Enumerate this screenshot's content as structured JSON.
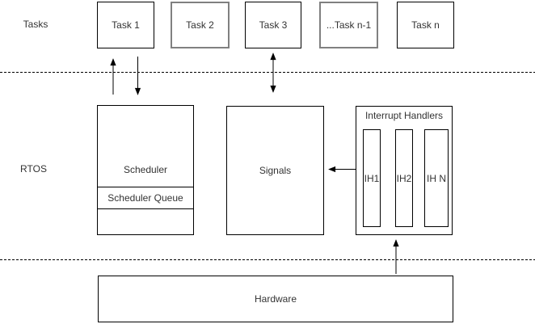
{
  "lanes": {
    "tasks_label": "Tasks",
    "rtos_label": "RTOS"
  },
  "task_row": [
    {
      "label": "Task 1",
      "border_color": "#000000"
    },
    {
      "label": "Task 2",
      "border_color": "#808080"
    },
    {
      "label": "Task 3",
      "border_color": "#000000"
    },
    {
      "label": "...Task n-1",
      "border_color": "#808080"
    },
    {
      "label": "Task n",
      "border_color": "#000000"
    }
  ],
  "rtos": {
    "scheduler": {
      "label": "Scheduler",
      "queue_label": "Scheduler Queue"
    },
    "signals": {
      "label": "Signals"
    },
    "interrupt_handlers": {
      "title": "Interrupt Handlers",
      "handlers": [
        "IH1",
        "IH2",
        "IH N"
      ]
    }
  },
  "hardware": {
    "label": "Hardware"
  },
  "connections": [
    "Scheduler to Task 1 (up arrow)",
    "Task 1 to Scheduler (down arrow)",
    "Task 3 to Signals (double-headed arrow)",
    "Interrupt Handlers to Signals (left arrow)",
    "Hardware to Interrupt Handlers (up arrow)"
  ],
  "colors": {
    "background": "#ffffff",
    "box_fill": "#ffffff",
    "box_border": "#000000",
    "alt_box_border": "#808080",
    "text": "#333333",
    "line": "#000000"
  }
}
